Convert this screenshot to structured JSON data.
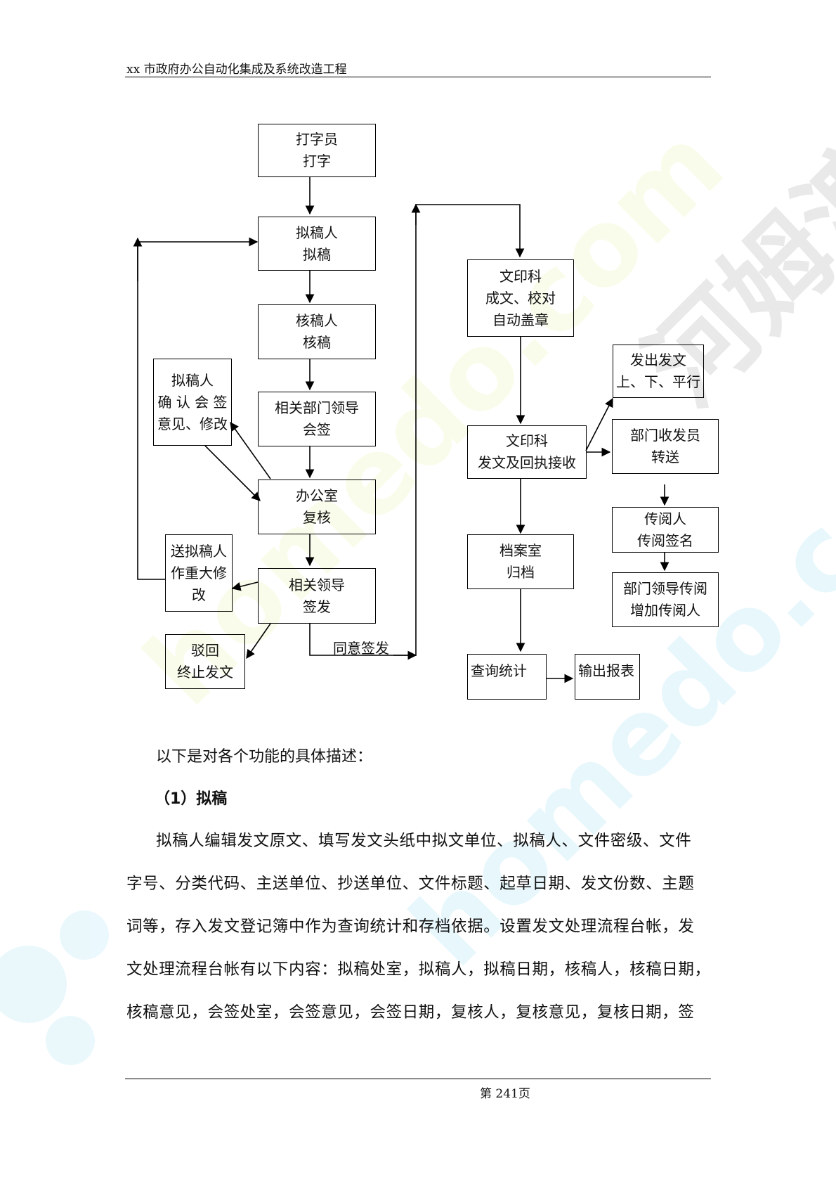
{
  "header": {
    "title": "xx 市政府办公自动化集成及系统改造工程"
  },
  "flowchart": {
    "nodes": {
      "typist": [
        "打字员",
        "打字"
      ],
      "drafter": [
        "拟稿人",
        "拟稿"
      ],
      "reviewer": [
        "核稿人",
        "核稿"
      ],
      "dept_leader_cosign": [
        "相关部门领导",
        "会签"
      ],
      "drafter_confirm": [
        "拟稿人",
        "确 认 会 签",
        "意见、修改"
      ],
      "office_recheck": [
        "办公室",
        "复核"
      ],
      "return_for_revision": [
        "送拟稿人",
        "作重大修",
        "改"
      ],
      "leader_sign": [
        "相关领导",
        "签发"
      ],
      "reject": [
        "驳回",
        "终止发文"
      ],
      "print_section": [
        "文印科",
        "成文、校对",
        "自动盖章"
      ],
      "dispatch": [
        "发出发文",
        "上、下、平行"
      ],
      "print_send": [
        "文印科",
        "发文及回执接收"
      ],
      "dept_clerk": [
        "部门收发员",
        "转送"
      ],
      "circulator": [
        "传阅人",
        "传阅签名"
      ],
      "archive": [
        "档案室",
        "归档"
      ],
      "dept_leader_circ": [
        "部门领导传阅",
        "增加传阅人"
      ],
      "query_stats": [
        "查询统计"
      ],
      "output_report": [
        "输出报表"
      ]
    },
    "edge_label_approve": "同意签发"
  },
  "body": {
    "intro": "以下是对各个功能的具体描述：",
    "section_heading": "（1）拟稿",
    "paragraph_lines": [
      "拟稿人编辑发文原文、填写发文头纸中拟文单位、拟稿人、文件密级、文件",
      "字号、分类代码、主送单位、抄送单位、文件标题、起草日期、发文份数、主题",
      "词等，存入发文登记簿中作为查询统计和存档依据。设置发文处理流程台帐，发",
      "文处理流程台帐有以下内容：拟稿处室，拟稿人，拟稿日期，核稿人，核稿日期，",
      "核稿意见，会签处室，会签意见，会签日期，复核人，复核意见，复核日期，签"
    ]
  },
  "footer": {
    "page_number": "第 241页"
  },
  "watermark": {
    "text_main": "homedo.com",
    "text_brand": "河姆渡"
  }
}
